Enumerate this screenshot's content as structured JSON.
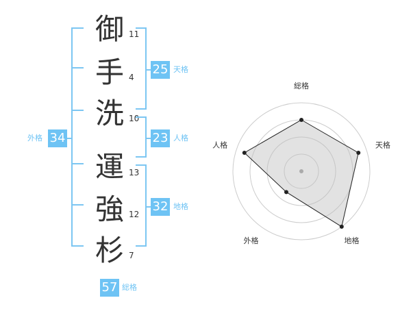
{
  "name": {
    "chars": [
      {
        "char": "御",
        "strokes": "11"
      },
      {
        "char": "手",
        "strokes": "4"
      },
      {
        "char": "洗",
        "strokes": "10"
      },
      {
        "char": "運",
        "strokes": "13"
      },
      {
        "char": "強",
        "strokes": "12"
      },
      {
        "char": "杉",
        "strokes": "7"
      }
    ]
  },
  "fortune": {
    "gaikaku": {
      "value": "34",
      "label": "外格"
    },
    "tenkaku": {
      "value": "25",
      "label": "天格"
    },
    "jinkaku": {
      "value": "23",
      "label": "人格"
    },
    "chikaku": {
      "value": "32",
      "label": "地格"
    },
    "soukaku": {
      "value": "57",
      "label": "総格"
    }
  },
  "colors": {
    "accent": "#6ec3f4",
    "bracket": "#7cc6f2",
    "text": "#333333"
  },
  "chart_data": {
    "type": "radar",
    "axes": [
      "総格",
      "天格",
      "地格",
      "外格",
      "人格"
    ],
    "levels": 4,
    "max": 4,
    "values": [
      3,
      3.5,
      4,
      1.5,
      3.5
    ]
  }
}
